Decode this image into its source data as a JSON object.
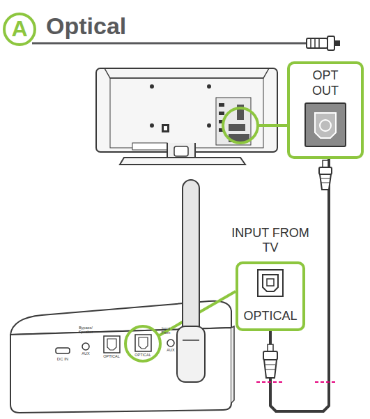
{
  "diagram": {
    "title": "Optical",
    "nodes": [
      {
        "text": [
          "OPT OUT"
        ]
      },
      {
        "text": [
          "INPUT FROM TV",
          "OPTICAL"
        ]
      }
    ],
    "edges": [
      {
        "from": 0,
        "to": 1,
        "arrow": "none"
      }
    ],
    "labels": [
      "A",
      "DC IN",
      "Bypass/ Speaker",
      "AUX",
      "OPTICAL",
      "OPTICAL",
      "Input From",
      "AUX"
    ]
  }
}
